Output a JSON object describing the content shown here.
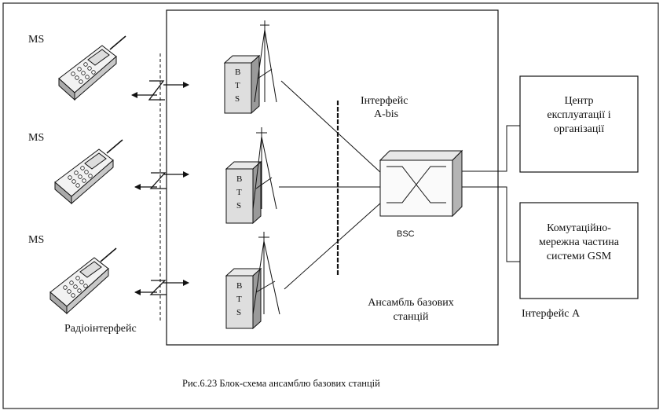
{
  "diagram": {
    "ms_labels": [
      "MS",
      "MS",
      "MS"
    ],
    "bts_letters": [
      "B",
      "T",
      "S"
    ],
    "interface_abis": [
      "Інтерфейс",
      "A-bis"
    ],
    "bsc_label": "BSC",
    "ops_center": [
      "Центр",
      "експлуатації і",
      "організації"
    ],
    "switching": [
      "Комутаційно-",
      "мережна частина",
      "системи GSM"
    ],
    "bss_label": [
      "Ансамбль базових",
      "станцій"
    ],
    "radio_interface": "Радіоінтерфейс",
    "interface_a": "Інтерфейс А",
    "caption": "Рис.6.23  Блок-схема ансамблю базових станцій"
  }
}
